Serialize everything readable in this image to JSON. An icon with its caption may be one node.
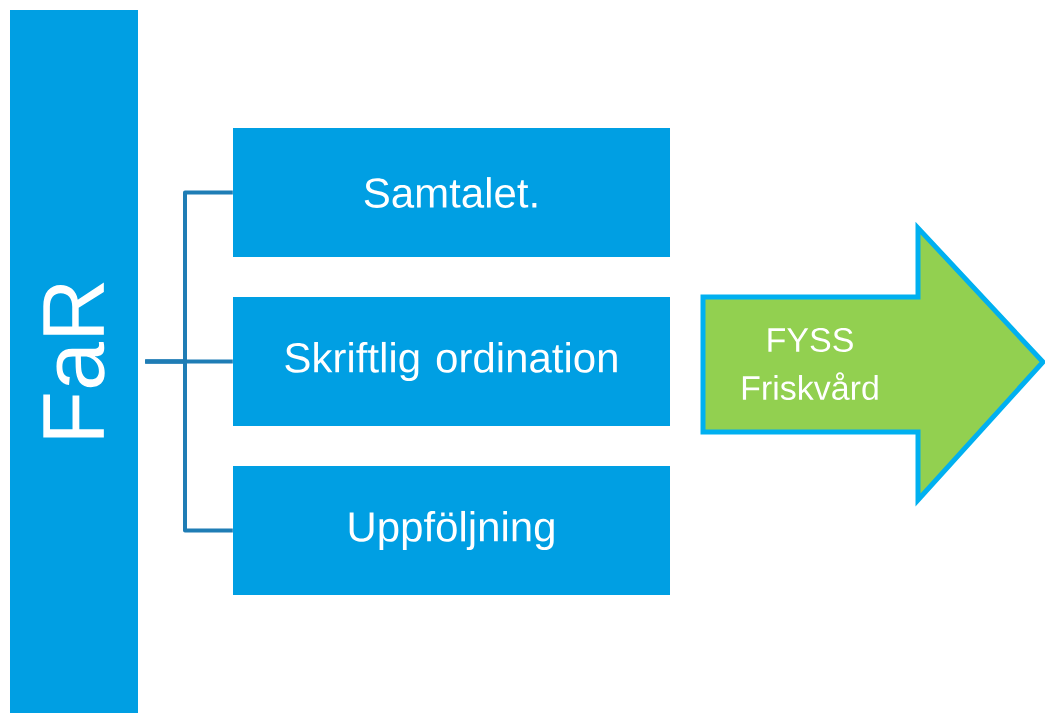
{
  "diagram": {
    "nodes": [
      {
        "text": [
          "FaR"
        ]
      },
      {
        "text": [
          "Samtalet."
        ]
      },
      {
        "text": [
          "Skriftlig ordination"
        ]
      },
      {
        "text": [
          "Uppföljning"
        ]
      },
      {
        "text": [
          "FYSS Friskvård"
        ]
      }
    ],
    "edges": [
      {
        "from": 0,
        "to": 1,
        "arrow": "none"
      },
      {
        "from": 0,
        "to": 2,
        "arrow": "none"
      },
      {
        "from": 0,
        "to": 3,
        "arrow": "none"
      }
    ]
  }
}
